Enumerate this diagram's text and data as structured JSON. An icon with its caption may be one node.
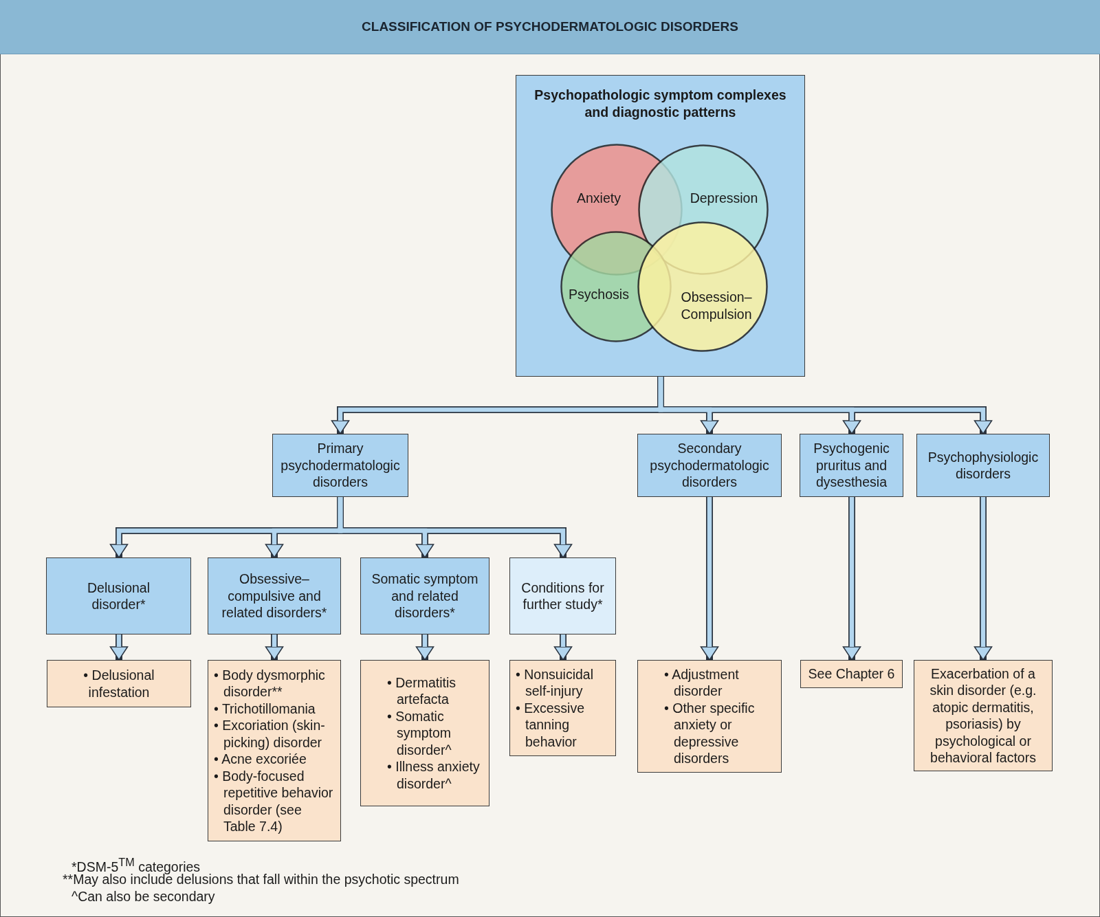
{
  "diagram": {
    "title": "CLASSIFICATION OF PSYCHODERMATOLOGIC DISORDERS",
    "nodes": [
      {
        "text": [
          "Psychopathologic symptom complexes and diagnostic patterns"
        ]
      },
      {
        "text": [
          "Anxiety"
        ],
        "in": 0
      },
      {
        "text": [
          "Depression"
        ],
        "in": 0
      },
      {
        "text": [
          "Psychosis"
        ],
        "in": 0
      },
      {
        "text": [
          "Obsession– Compulsion"
        ],
        "in": 0
      },
      {
        "text": [
          "Primary psychodermatologic disorders"
        ]
      },
      {
        "text": [
          "Secondary psychodermatologic disorders"
        ]
      },
      {
        "text": [
          "Psychogenic pruritus and dysesthesia"
        ]
      },
      {
        "text": [
          "Psychophysiologic disorders"
        ]
      },
      {
        "text": [
          "Delusional disorder*"
        ]
      },
      {
        "text": [
          "Obsessive– compulsive and related disorders*"
        ]
      },
      {
        "text": [
          "Somatic symptom and related disorders*"
        ]
      },
      {
        "text": [
          "Conditions for further study*"
        ]
      },
      {
        "text": [
          "• Delusional infestation"
        ]
      },
      {
        "text": [
          "• Body dysmorphic disorder**",
          "• Trichotillomania",
          "• Excoriation (skin-picking) disorder",
          "• Acne excoriée",
          "• Body-focused repetitive behavior disorder (see Table 7.4)"
        ]
      },
      {
        "text": [
          "• Dermatitis artefacta",
          "• Somatic symptom disorder^",
          "• Illness anxiety disorder^"
        ]
      },
      {
        "text": [
          "• Nonsuicidal self-injury",
          "• Excessive tanning behavior"
        ]
      },
      {
        "text": [
          "• Adjustment disorder",
          "• Other specific anxiety or depressive disorders"
        ]
      },
      {
        "text": [
          "See Chapter 6"
        ]
      },
      {
        "text": [
          "Exacerbation of a skin disorder (e.g. atopic dermatitis, psoriasis) by psychological or behavioral factors"
        ]
      }
    ],
    "edges": [
      {
        "from": 0,
        "to": 5,
        "arrow": "to"
      },
      {
        "from": 0,
        "to": 6,
        "arrow": "to"
      },
      {
        "from": 0,
        "to": 7,
        "arrow": "to"
      },
      {
        "from": 0,
        "to": 8,
        "arrow": "to"
      },
      {
        "from": 5,
        "to": 9,
        "arrow": "to"
      },
      {
        "from": 5,
        "to": 10,
        "arrow": "to"
      },
      {
        "from": 5,
        "to": 11,
        "arrow": "to"
      },
      {
        "from": 5,
        "to": 12,
        "arrow": "to"
      },
      {
        "from": 9,
        "to": 13,
        "arrow": "to"
      },
      {
        "from": 10,
        "to": 14,
        "arrow": "to"
      },
      {
        "from": 11,
        "to": 15,
        "arrow": "to"
      },
      {
        "from": 12,
        "to": 16,
        "arrow": "to"
      },
      {
        "from": 6,
        "to": 17,
        "arrow": "to"
      },
      {
        "from": 7,
        "to": 18,
        "arrow": "to"
      },
      {
        "from": 8,
        "to": 19,
        "arrow": "to"
      }
    ],
    "labels": [
      "*DSM-5$^{TM}$ categories",
      "**May also include delusions that fall within the psychotic spectrum",
      "^Can also be secondary"
    ]
  }
}
